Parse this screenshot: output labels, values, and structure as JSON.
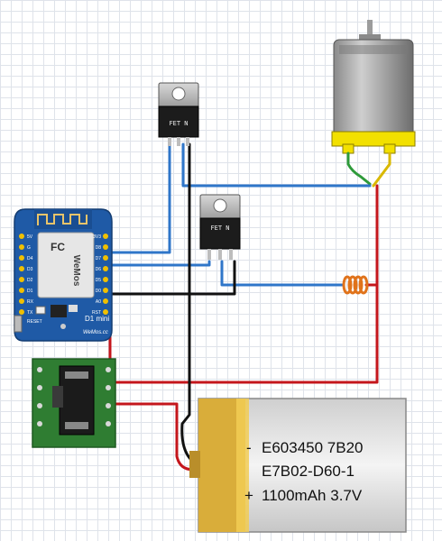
{
  "board": {
    "model": "D1 mini",
    "brand": "WeMos.cc",
    "shield_text": "WeMos",
    "reset_label": "RESET",
    "pins_left": [
      "5V",
      "G",
      "D4",
      "D3",
      "D2",
      "D1",
      "RX",
      "TX"
    ],
    "pins_right": [
      "3V3",
      "D8",
      "D7",
      "D6",
      "D5",
      "D0",
      "A0",
      "RST"
    ]
  },
  "mosfets": [
    {
      "label": "FET N"
    },
    {
      "label": "FET N"
    }
  ],
  "battery": {
    "line1": "E603450 7B20",
    "line2": "E7B02-D60-1",
    "line3": "1100mAh 3.7V",
    "minus": "-",
    "plus": "+"
  },
  "colors": {
    "wire_blue": "#2f76c9",
    "wire_black": "#111111",
    "wire_red": "#c4161c",
    "wire_green": "#2e9a3a",
    "wire_yellow": "#d9b800",
    "board_blue": "#1f5aa6",
    "switch_green": "#2f7d32",
    "battery_gold": "#d9ad3a",
    "motor_yellow": "#f2e000",
    "coil_orange": "#e0731b"
  }
}
